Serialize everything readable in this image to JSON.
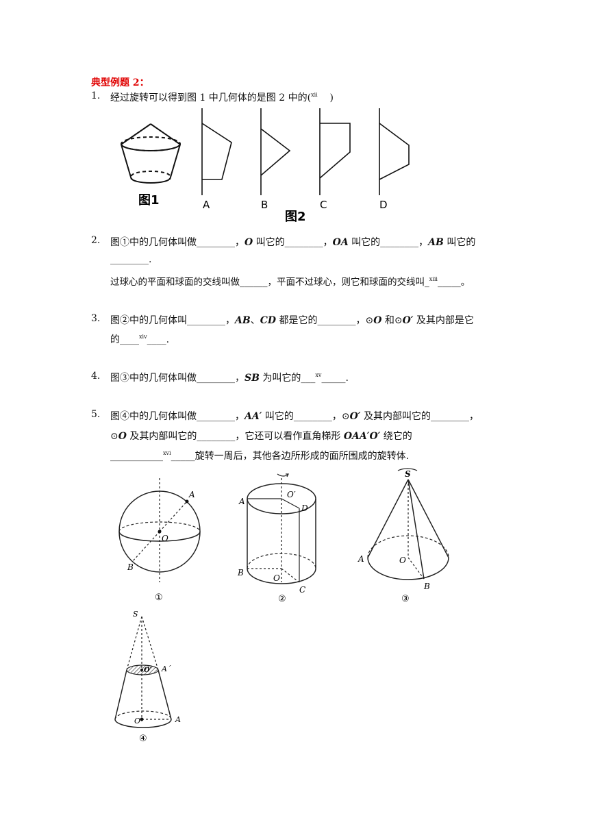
{
  "heading": "典型例题 2：",
  "q1": {
    "num": "1.",
    "text": "经过旋转可以得到图 1 中几何体的是图 2 中的(",
    "ref": "xii",
    "close": ")",
    "fig1_caption": "图1",
    "fig2_caption": "图2",
    "options": [
      "A",
      "B",
      "C",
      "D"
    ]
  },
  "q2": {
    "num": "2.",
    "l1a": "图①中的几何体叫做________，",
    "l1b": "O",
    "l1c": " 叫它的________，",
    "l1d": "OA",
    "l1e": " 叫它的________，",
    "l1f": "AB",
    "l1g": " 叫它的",
    "l2": "________.",
    "l3a": "过球心的平面和球面的交线叫做______，平面不过球心，则它和球面的交线叫_",
    "l3ref": "xiii",
    "l3b": "_____。"
  },
  "q3": {
    "num": "3.",
    "l1a": "图②中的几何体叫________，",
    "l1b": "AB",
    "l1c": "、",
    "l1d": "CD",
    "l1e": " 都是它的________，⊙",
    "l1f": "O",
    "l1g": " 和⊙",
    "l1h": "O′",
    "l1i": " 及其内部是它",
    "l2a": "的____",
    "l2ref": "xiv",
    "l2b": "____."
  },
  "q4": {
    "num": "4.",
    "a": "图③中的几何体叫做________，",
    "b": "SB",
    "c": " 为叫它的___",
    "ref": "xv",
    "d": "_____."
  },
  "q5": {
    "num": "5.",
    "l1a": "图④中的几何体叫做________，",
    "l1b": "AA′",
    "l1c": " 叫它的________，⊙",
    "l1d": "O′",
    "l1e": " 及其内部叫它的________，",
    "l2a": "⊙",
    "l2b": "O",
    "l2c": " 及其内部叫它的________，它还可以看作直角梯形 ",
    "l2d": "OAA′O′",
    "l2e": " 绕它的",
    "l3a": "___________",
    "l3ref": "xvi",
    "l3b": "_____旋转一周后，其他各边所形成的面所围成的旋转体."
  },
  "figs": {
    "sphere": {
      "A": "A",
      "O": "O",
      "B": "B",
      "cap": "①"
    },
    "cylinder": {
      "A": "A",
      "O1": "O′",
      "D": "D",
      "B": "B",
      "O": "O",
      "C": "C",
      "cap": "②"
    },
    "cone": {
      "S": "S",
      "A": "A",
      "O": "O",
      "B": "B",
      "cap": "③"
    },
    "frustum": {
      "S": "S",
      "O1": "O′",
      "A1": "A´",
      "O": "O",
      "A": "A",
      "cap": "④"
    }
  }
}
